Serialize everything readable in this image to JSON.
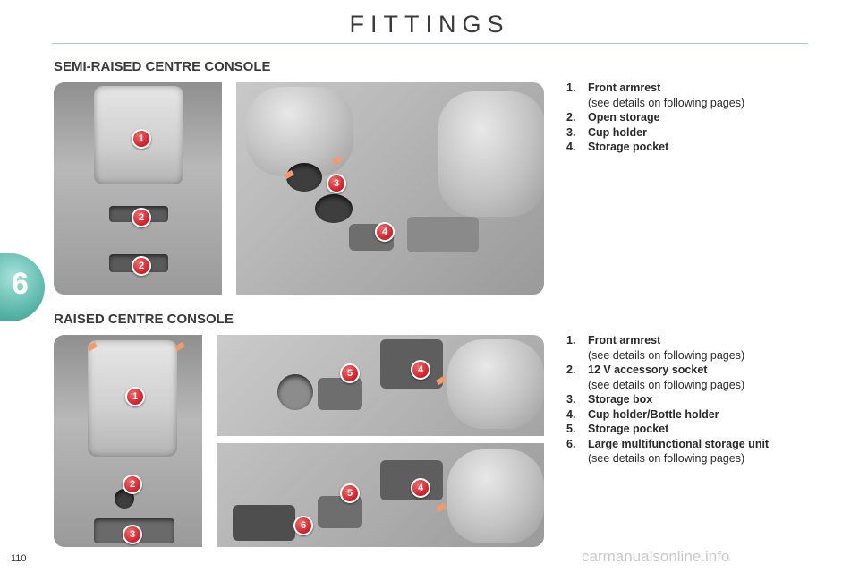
{
  "header": {
    "title": "FITTINGS"
  },
  "chapter": {
    "number": "6"
  },
  "page_number": "110",
  "watermark": "carmanualsonline.info",
  "colors": {
    "accent": "#5fb9ad",
    "badge": "#d01f2a",
    "highlight": "#f39a6b"
  },
  "section1": {
    "title": "SEMI-RAISED CENTRE CONSOLE",
    "items": [
      {
        "num": "1.",
        "label": "Front armrest",
        "note": "(see details on following pages)"
      },
      {
        "num": "2.",
        "label": "Open storage",
        "note": ""
      },
      {
        "num": "3.",
        "label": "Cup holder",
        "note": ""
      },
      {
        "num": "4.",
        "label": "Storage pocket",
        "note": ""
      }
    ],
    "badges": [
      "1",
      "2",
      "2",
      "3",
      "4"
    ]
  },
  "section2": {
    "title": "RAISED CENTRE CONSOLE",
    "items": [
      {
        "num": "1.",
        "label": "Front armrest",
        "note": "(see details on following pages)"
      },
      {
        "num": "2.",
        "label": "12 V accessory socket",
        "note": "(see details on following pages)"
      },
      {
        "num": "3.",
        "label": "Storage box",
        "note": ""
      },
      {
        "num": "4.",
        "label": "Cup holder/Bottle holder",
        "note": ""
      },
      {
        "num": "5.",
        "label": "Storage pocket",
        "note": ""
      },
      {
        "num": "6.",
        "label": "Large multifunctional storage unit",
        "note": "(see details on following pages)"
      }
    ],
    "badges": [
      "1",
      "2",
      "3",
      "5",
      "4",
      "5",
      "4",
      "6"
    ]
  }
}
